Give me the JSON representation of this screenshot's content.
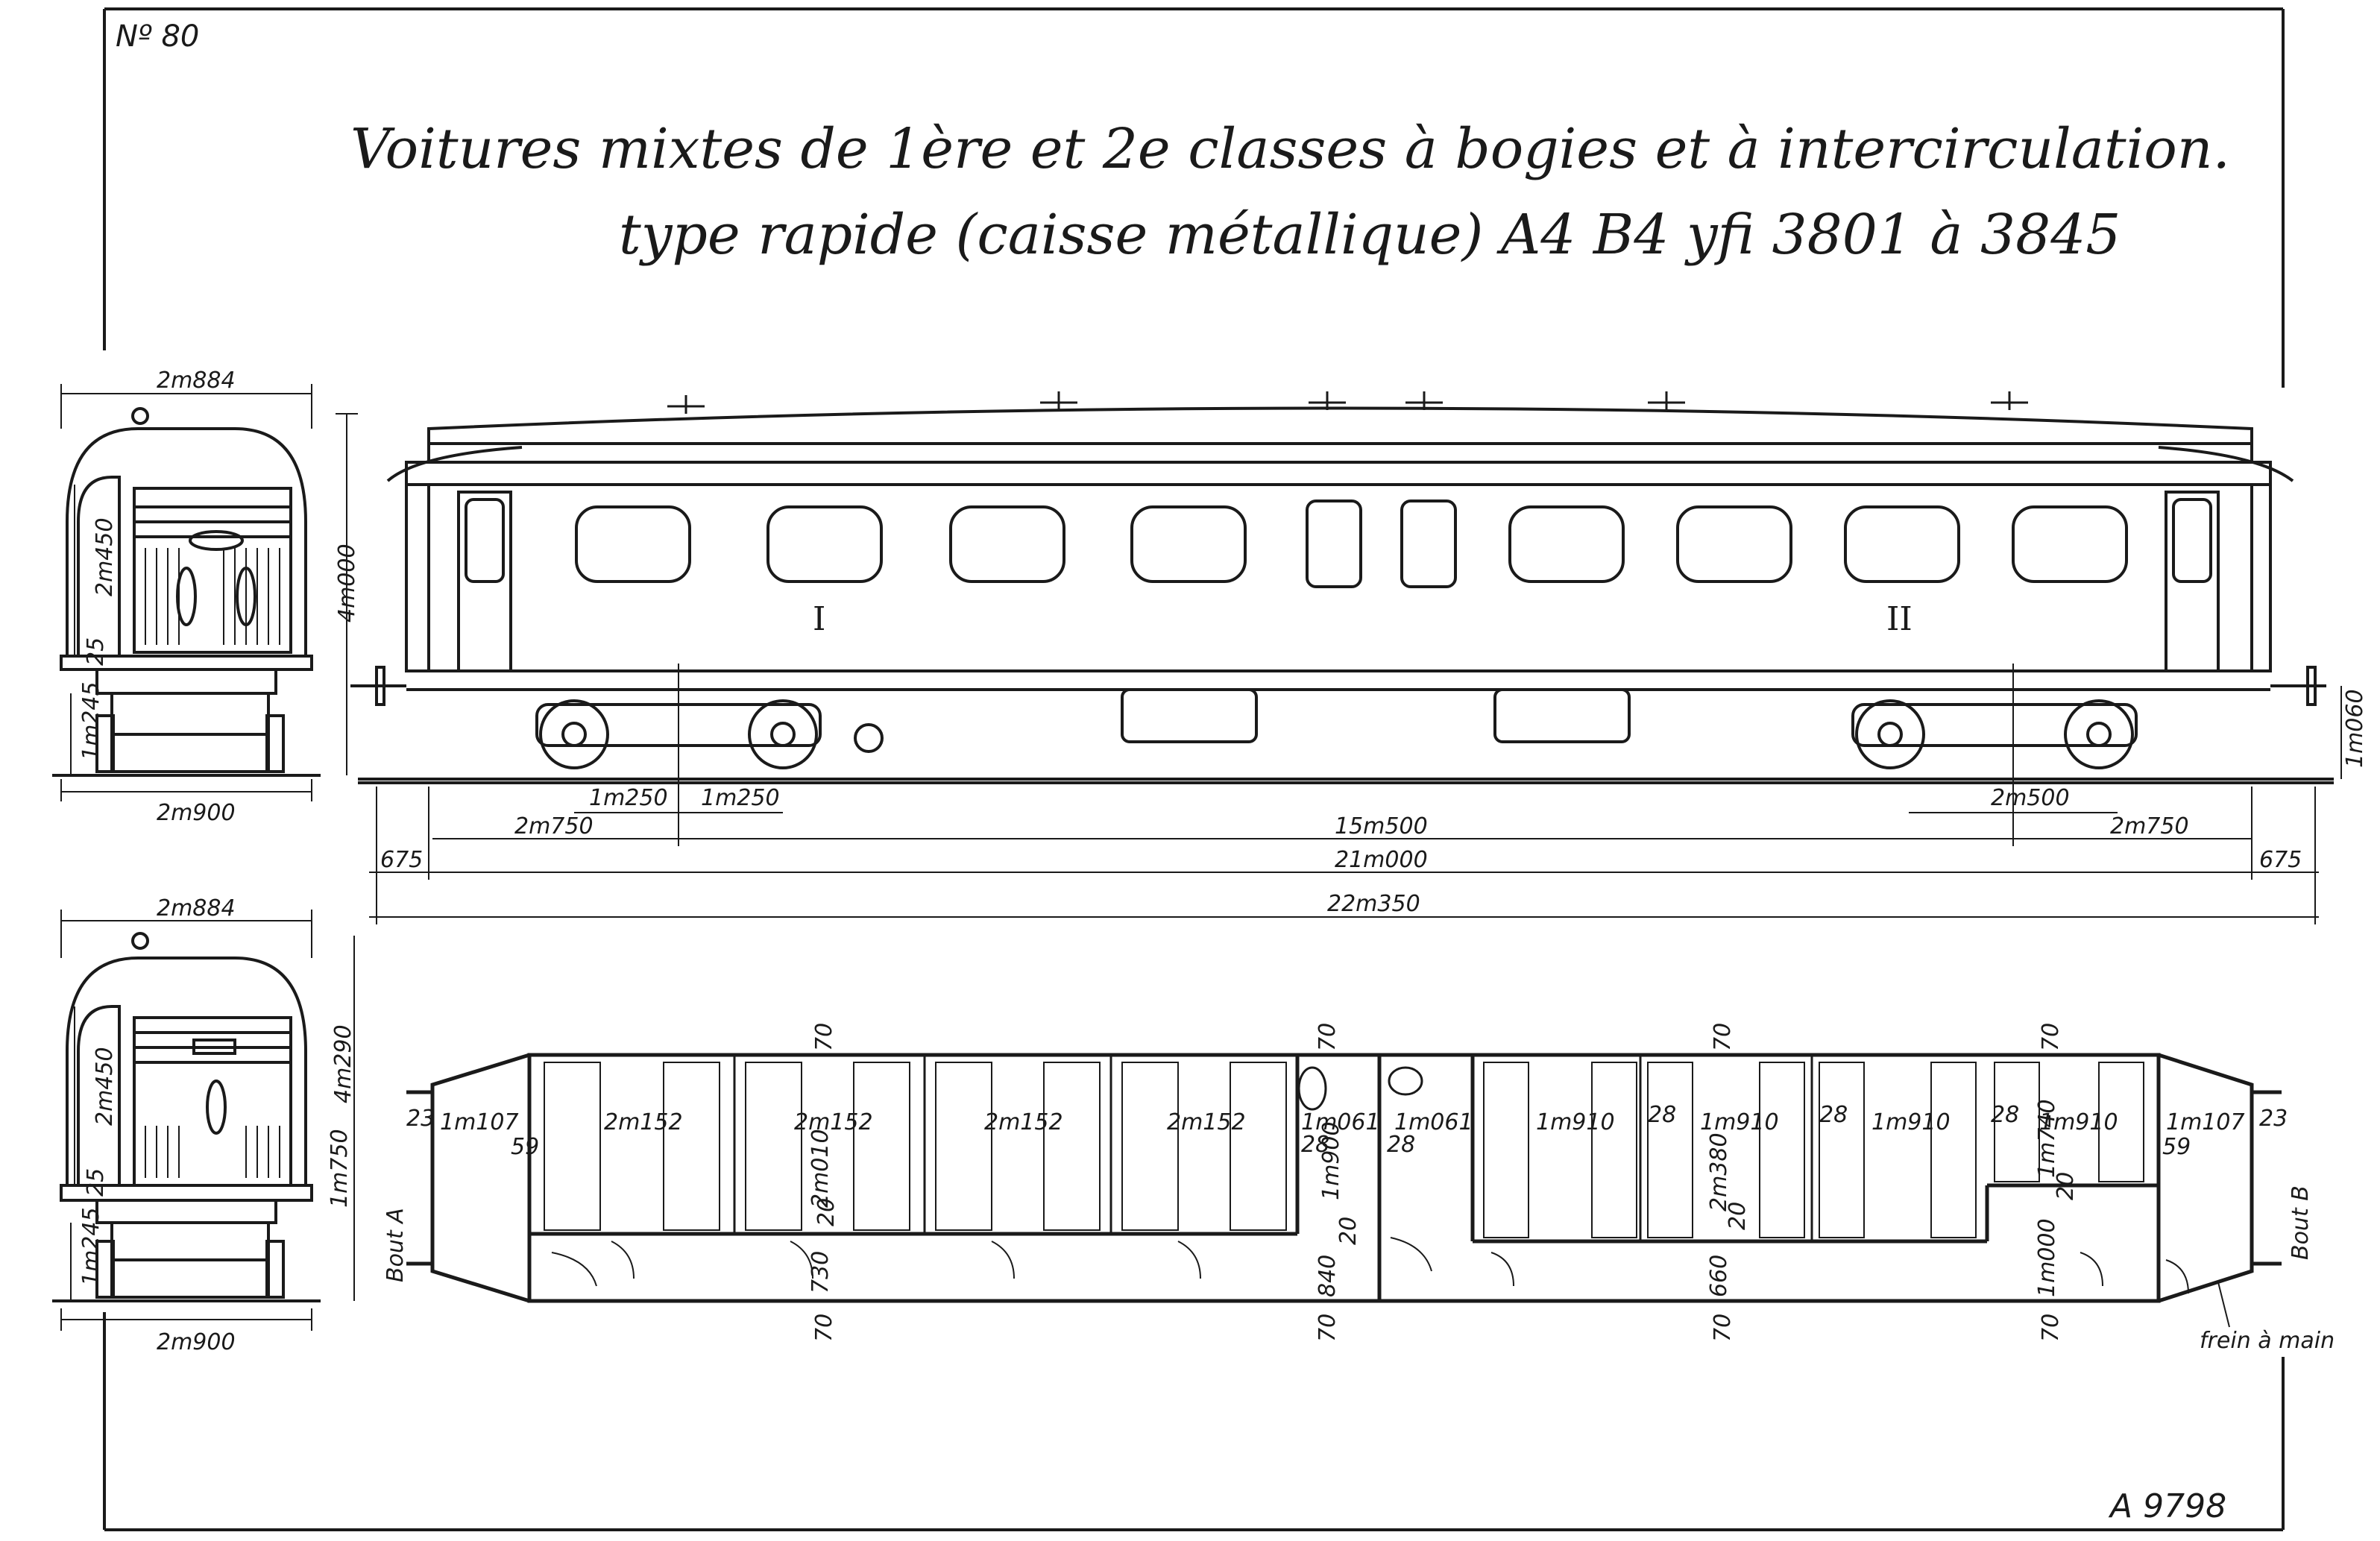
{
  "sheet_number": "Nº 80",
  "title_line_1": "Voitures mixtes de 1ère et 2e classes à bogies et à intercirculation.",
  "title_line_2": "type rapide (caisse métallique) A4 B4 yfi 3801 à 3845",
  "class_first": "I",
  "class_second": "II",
  "end_a": "Bout A",
  "end_b": "Bout B",
  "hand_brake": "frein à main",
  "drawing_ref": "A 9798",
  "end_view_top": {
    "width_top": "2m884",
    "height_total": "4m000",
    "height_body": "2m450",
    "height_floor": "1m245",
    "dim_25": "25",
    "width_bottom": "2m900"
  },
  "end_view_bottom": {
    "width_top": "2m884",
    "height_total": "4m290",
    "height_body": "2m450",
    "height_floor": "1m245",
    "height_side": "1m750",
    "dim_25": "25",
    "width_bottom": "2m900"
  },
  "side_view": {
    "bogie_half_1": "1m250",
    "bogie_half_2": "1m250",
    "overhang_left": "2m750",
    "bogie_centres": "15m500",
    "bogie_wheelbase": "2m500",
    "overhang_right": "2m750",
    "buffer_left": "675",
    "body_length": "21m000",
    "buffer_right": "675",
    "overall_length": "22m350",
    "buffer_height": "1m060"
  },
  "plan_view": {
    "vestibule_left": "1m107",
    "first_class_bays": [
      "2m152",
      "2m152",
      "2m152",
      "2m152"
    ],
    "toilet_left": "1m061",
    "toilet_right": "1m061",
    "second_class_bays": [
      "1m910",
      "1m910",
      "1m910",
      "1m910"
    ],
    "vestibule_right": "1m107",
    "corridor_first": "730",
    "corridor_second": "660",
    "corridor_centre": "840",
    "corridor_right": "1m000",
    "toilet_width": "1m900",
    "compartment_first": "2m010",
    "compartment_second": "2m380",
    "compartment_end": "1m740",
    "partition_70": "70",
    "partition_28": "28",
    "partition_20": "20",
    "partition_23": "23",
    "partition_59": "59"
  }
}
